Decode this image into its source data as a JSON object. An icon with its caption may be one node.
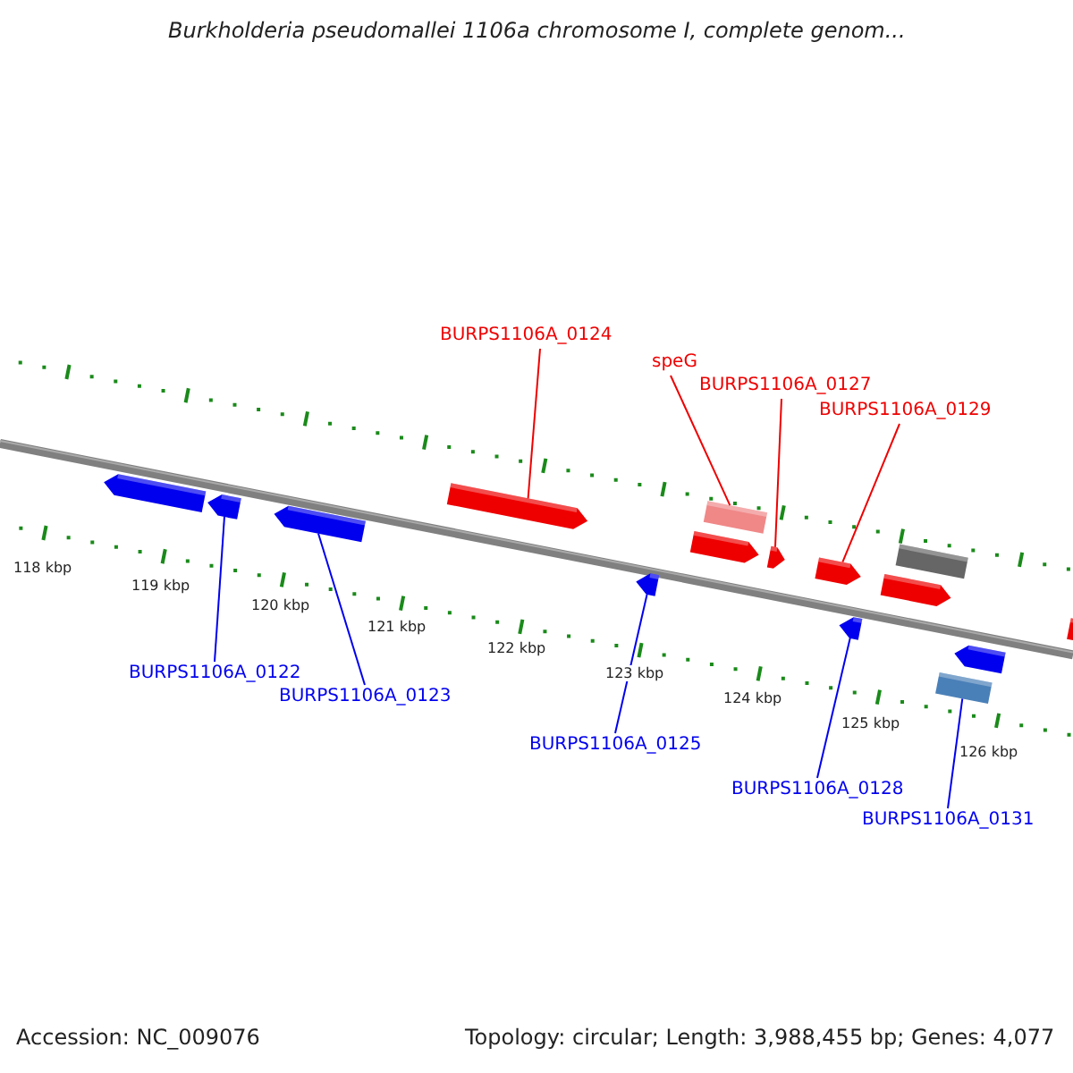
{
  "diagram": {
    "title": "Burkholderia pseudomallei 1106a chromosome I, complete genom...",
    "nodes": [
      {
        "text": [
          "BURPS1106A_0124"
        ]
      },
      {
        "text": [
          "speG"
        ]
      },
      {
        "text": [
          "BURPS1106A_0127"
        ]
      },
      {
        "text": [
          "BURPS1106A_0129"
        ]
      },
      {
        "text": [
          "BURPS1106A_0122"
        ]
      },
      {
        "text": [
          "BURPS1106A_0123"
        ]
      },
      {
        "text": [
          "BURPS1106A_0125"
        ]
      },
      {
        "text": [
          "BURPS1106A_0128"
        ]
      },
      {
        "text": [
          "BURPS1106A_0131"
        ]
      },
      {
        "text": [],
        "shape": "arrow"
      },
      {
        "text": [],
        "shape": "arrow"
      },
      {
        "text": [],
        "shape": "arrow"
      },
      {
        "text": [],
        "shape": "arrow"
      },
      {
        "text": [],
        "shape": "arrow"
      },
      {
        "text": [],
        "shape": "arrow"
      },
      {
        "text": [],
        "shape": "box"
      },
      {
        "text": [],
        "shape": "arrow"
      },
      {
        "text": [],
        "shape": "arrow"
      },
      {
        "text": [],
        "shape": "arrow"
      },
      {
        "text": [],
        "shape": "arrow"
      },
      {
        "text": [],
        "shape": "box"
      },
      {
        "text": [],
        "shape": "box"
      },
      {
        "text": [],
        "shape": "arrow"
      },
      {
        "text": [],
        "shape": "arrow"
      }
    ],
    "edges": [
      {
        "from": 0,
        "to": 12,
        "arrow": "none",
        "color": "#ee0000"
      },
      {
        "from": 1,
        "to": 15,
        "arrow": "none",
        "color": "#ee0000"
      },
      {
        "from": 2,
        "to": 16,
        "arrow": "none",
        "color": "#ee0000"
      },
      {
        "from": 3,
        "to": 17,
        "arrow": "none",
        "color": "#ee0000"
      },
      {
        "from": 4,
        "to": 10,
        "arrow": "none"
      },
      {
        "from": 5,
        "to": 11,
        "arrow": "none"
      },
      {
        "from": 6,
        "to": 13,
        "arrow": "none"
      },
      {
        "from": 7,
        "to": 18,
        "arrow": "none"
      },
      {
        "from": 8,
        "to": 21,
        "arrow": "none"
      }
    ],
    "labels": [
      "118 kbp",
      "119 kbp",
      "120 kbp",
      "121 kbp",
      "122 kbp",
      "123 kbp",
      "124 kbp",
      "125 kbp",
      "126 kbp",
      "Accession: NC_009076",
      "Topology: circular; Length: 3,988,455 bp; Genes: 4,077"
    ]
  }
}
